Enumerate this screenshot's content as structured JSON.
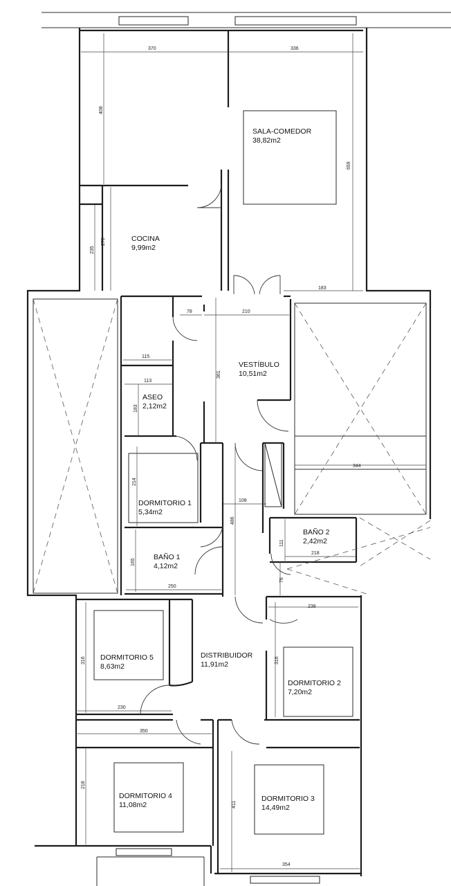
{
  "rooms": [
    {
      "name": "SALA-COMEDOR",
      "area": "38,82m2"
    },
    {
      "name": "COCINA",
      "area": "9,99m2"
    },
    {
      "name": "VESTÍBULO",
      "area": "10,51m2"
    },
    {
      "name": "ASEO",
      "area": "2,12m2"
    },
    {
      "name": "DORMITORIO 1",
      "area": "5,34m2"
    },
    {
      "name": "BAÑO 1",
      "area": "4,12m2"
    },
    {
      "name": "BAÑO 2",
      "area": "2,42m2"
    },
    {
      "name": "DISTRIBUIDOR",
      "area": "11,91m2"
    },
    {
      "name": "DORMITORIO 5",
      "area": "8,63m2"
    },
    {
      "name": "DORMITORIO 2",
      "area": "7,20m2"
    },
    {
      "name": "DORMITORIO 4",
      "area": "11,08m2"
    },
    {
      "name": "DORMITORIO 3",
      "area": "14,49m2"
    }
  ],
  "dimensions": [
    "370",
    "336",
    "408",
    "659",
    "183",
    "278",
    "235",
    "78",
    "210",
    "115",
    "361",
    "113",
    "183",
    "214",
    "344",
    "108",
    "486",
    "111",
    "218",
    "165",
    "78",
    "250",
    "238",
    "316",
    "316",
    "230",
    "350",
    "218",
    "411",
    "354"
  ]
}
